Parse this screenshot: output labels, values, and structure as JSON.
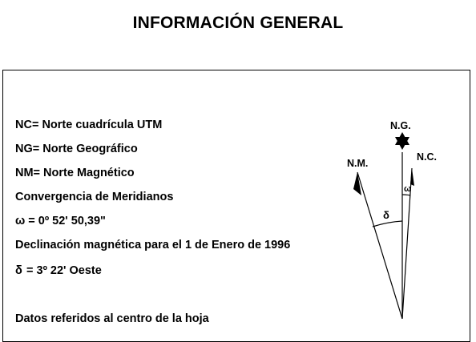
{
  "title": "INFORMACIÓN GENERAL",
  "lines": [
    "NC= Norte cuadrícula UTM",
    "NG= Norte Geográfico",
    "NM= Norte Magnético",
    "Convergencia de Meridianos"
  ],
  "omega_line": {
    "symbol": "ω",
    "text": " = 0º 52' 50,39\""
  },
  "declination_heading": "Declinación magnética para el 1 de Enero de 1996",
  "delta_line": {
    "symbol": "δ",
    "text": " = 3º 22' Oeste"
  },
  "footer_note": "Datos referidos al centro de la hoja",
  "diagram": {
    "labels": {
      "ng": "N.G.",
      "nm": "N.M.",
      "nc": "N.C.",
      "omega": "ω",
      "delta": "δ"
    }
  },
  "colors": {
    "ink": "#000000",
    "background": "#ffffff"
  }
}
